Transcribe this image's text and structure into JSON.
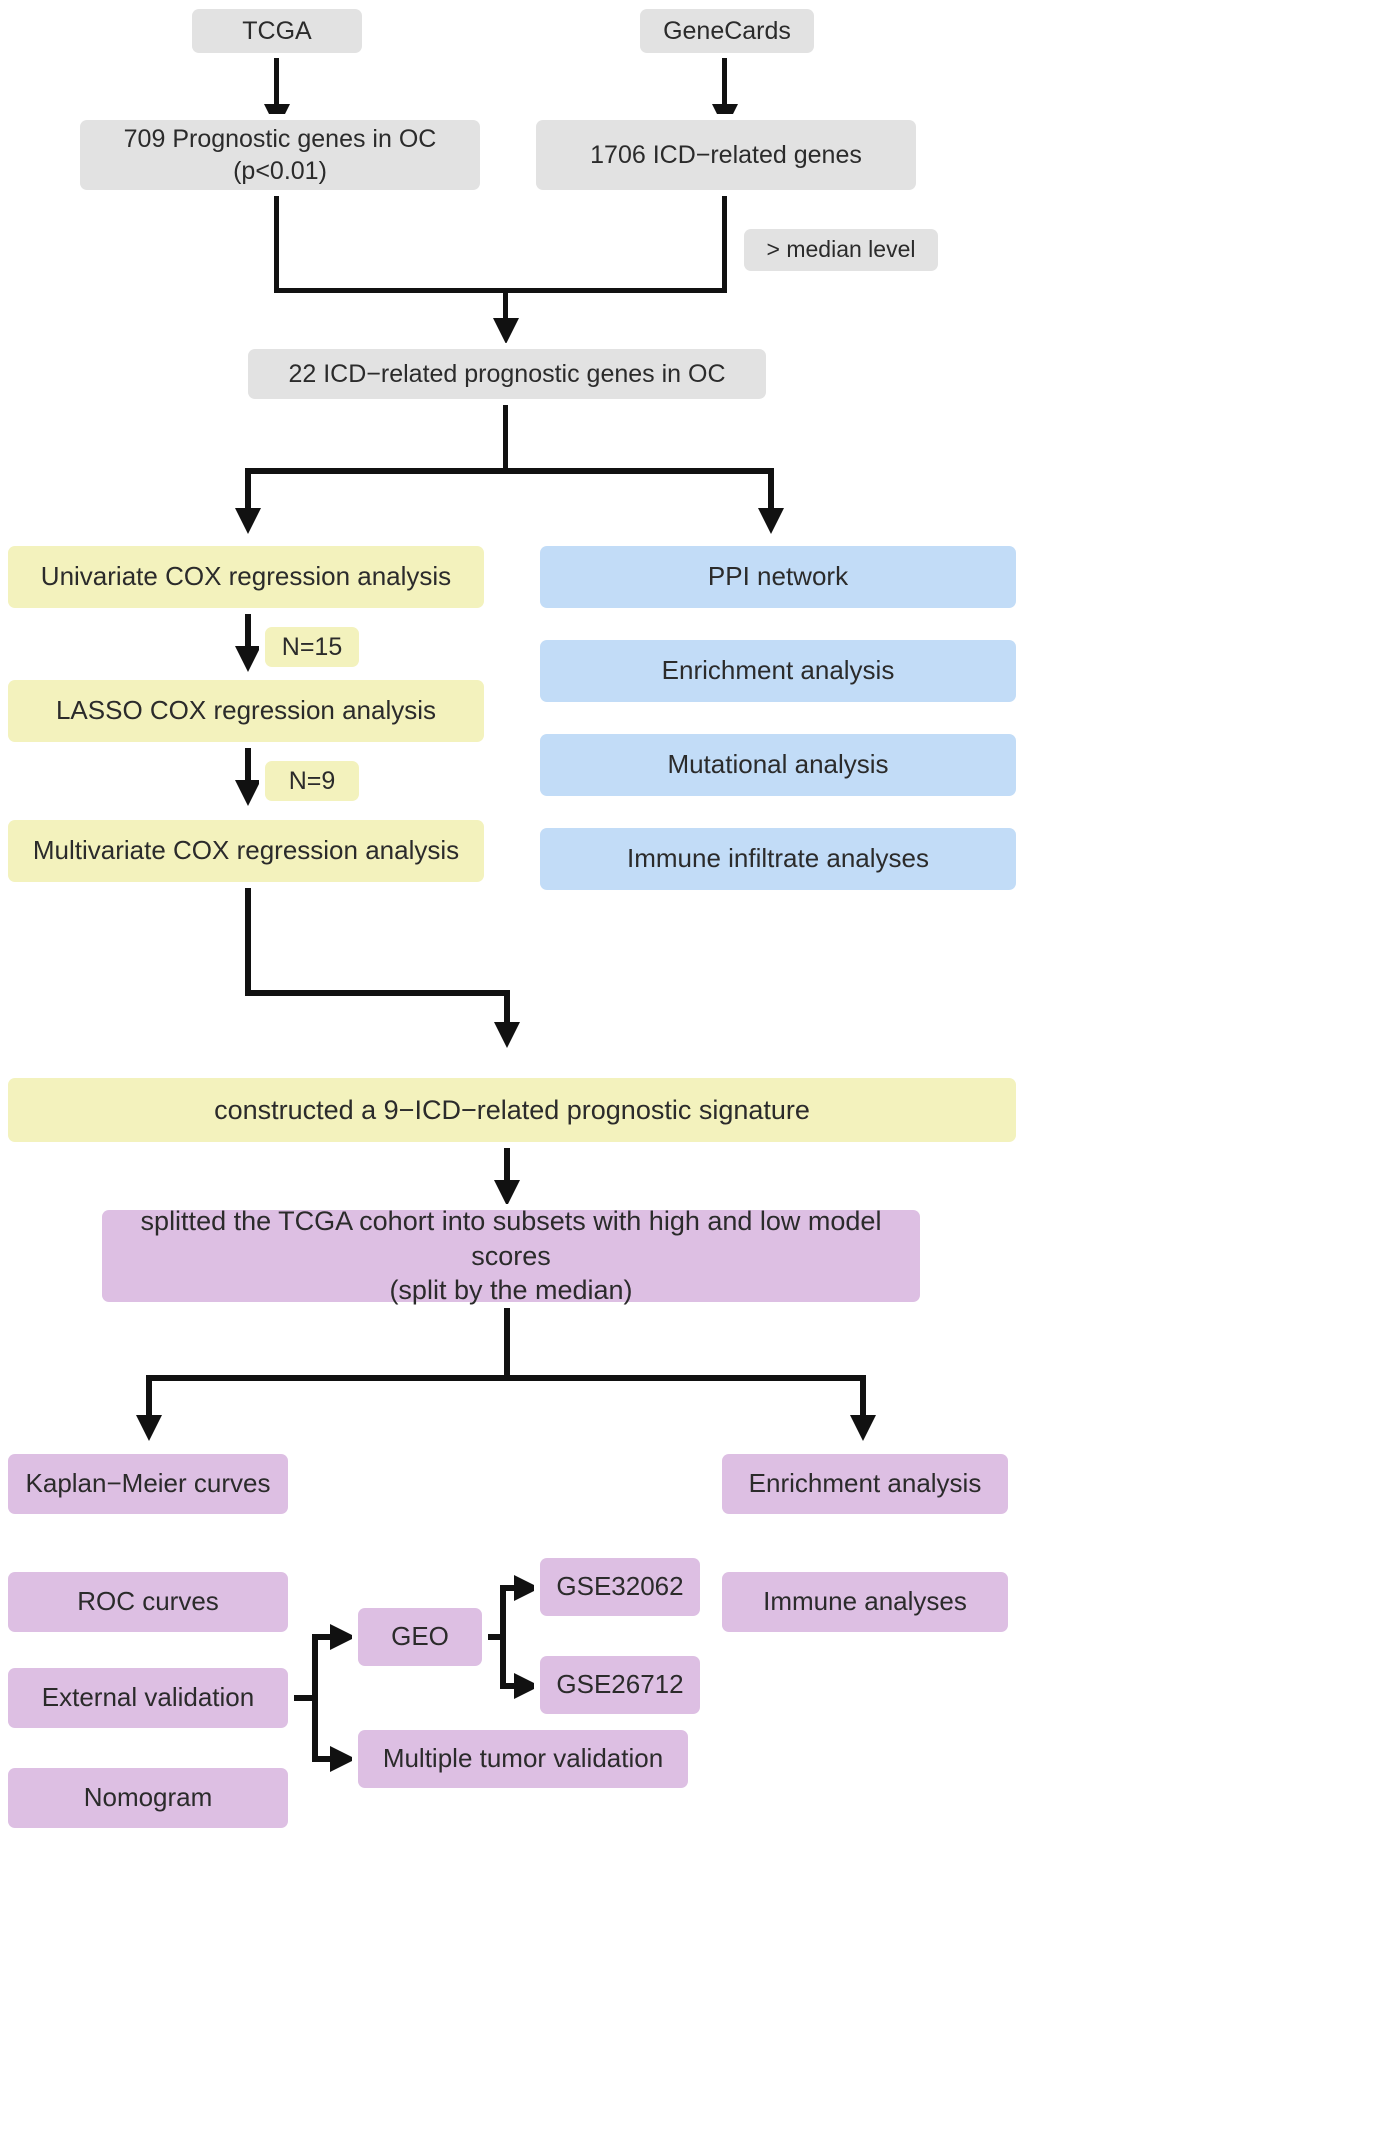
{
  "figure": {
    "type": "flowchart",
    "title": "ICD-related prognostic signature study workflow",
    "colors": {
      "grey": "#e2e2e2",
      "yellow": "#f3f2bd",
      "blue": "#c2dcf7",
      "purple": "#ddbfe3",
      "line": "#111111",
      "text": "#2b2b2b",
      "background": "#ffffff"
    }
  },
  "nodes": {
    "tcga": "TCGA",
    "genecards": "GeneCards",
    "prognostic_genes": "709 Prognostic genes in OC\n(p<0.01)",
    "icd_genes": "1706 ICD−related genes",
    "median_level": "> median level",
    "icd_prognostic": "22 ICD−related prognostic genes in OC",
    "univariate": "Univariate COX regression analysis",
    "n15": "N=15",
    "lasso": "LASSO COX regression analysis",
    "n9": "N=9",
    "multivariate": "Multivariate COX regression analysis",
    "ppi": "PPI network",
    "enrichment_top": "Enrichment analysis",
    "mutational": "Mutational analysis",
    "immune_infiltrate": "Immune infiltrate analyses",
    "signature": "constructed a 9−ICD−related prognostic signature",
    "split_cohort": "splitted the TCGA cohort into subsets with high and low model scores\n(split by the median)",
    "km_curves": "Kaplan−Meier curves",
    "roc_curves": "ROC curves",
    "external_validation": "External validation",
    "nomogram": "Nomogram",
    "geo": "GEO",
    "gse32062": "GSE32062",
    "gse26712": "GSE26712",
    "multiple_tumor": "Multiple tumor validation",
    "enrichment_bottom": "Enrichment analysis",
    "immune_analyses": "Immune  analyses"
  }
}
